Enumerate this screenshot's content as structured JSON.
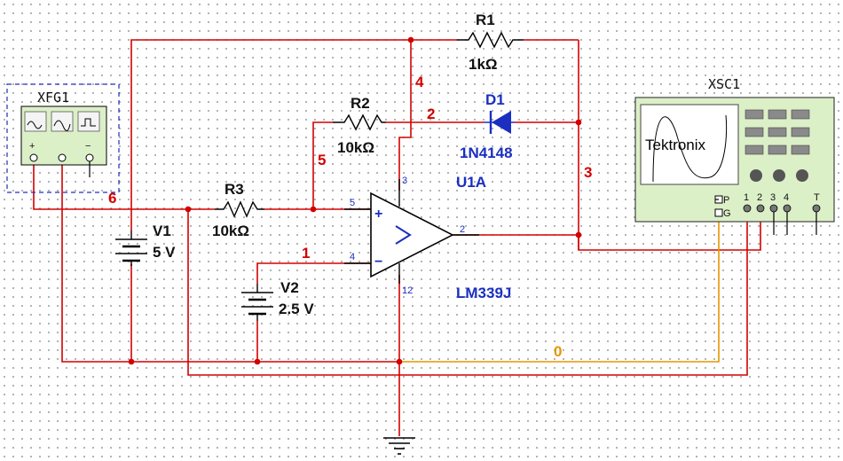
{
  "components": {
    "r1": {
      "name": "R1",
      "value": "1kΩ"
    },
    "r2": {
      "name": "R2",
      "value": "10kΩ"
    },
    "r3": {
      "name": "R3",
      "value": "10kΩ"
    },
    "d1": {
      "name": "D1",
      "part": "1N4148"
    },
    "u1": {
      "name": "U1A",
      "part": "LM339J",
      "pin_plus": "5",
      "pin_minus": "4",
      "pin_out": "2",
      "pin_vcc": "3",
      "pin_gnd": "12",
      "plus_sign": "+",
      "minus_sign": "−"
    },
    "v1": {
      "name": "V1",
      "value": "5 V"
    },
    "v2": {
      "name": "V2",
      "value": "2.5 V"
    },
    "xfg1": {
      "name": "XFG1",
      "plus": "+",
      "minus": "−"
    },
    "xsc1": {
      "name": "XSC1",
      "brand": "Tektronix",
      "ch1": "1",
      "ch2": "2",
      "ch3": "3",
      "ch4": "4",
      "trig": "T",
      "p_label": "P",
      "g_label": "G"
    }
  },
  "nets": {
    "n0": "0",
    "n1": "1",
    "n2": "2",
    "n3": "3",
    "n4": "4",
    "n5": "5",
    "n6": "6"
  },
  "colors": {
    "wire": "#d40000",
    "ground_wire": "#e69500",
    "part": "#000000",
    "diode": "#1a2fc0",
    "scope_body": "#dcf0c8"
  }
}
